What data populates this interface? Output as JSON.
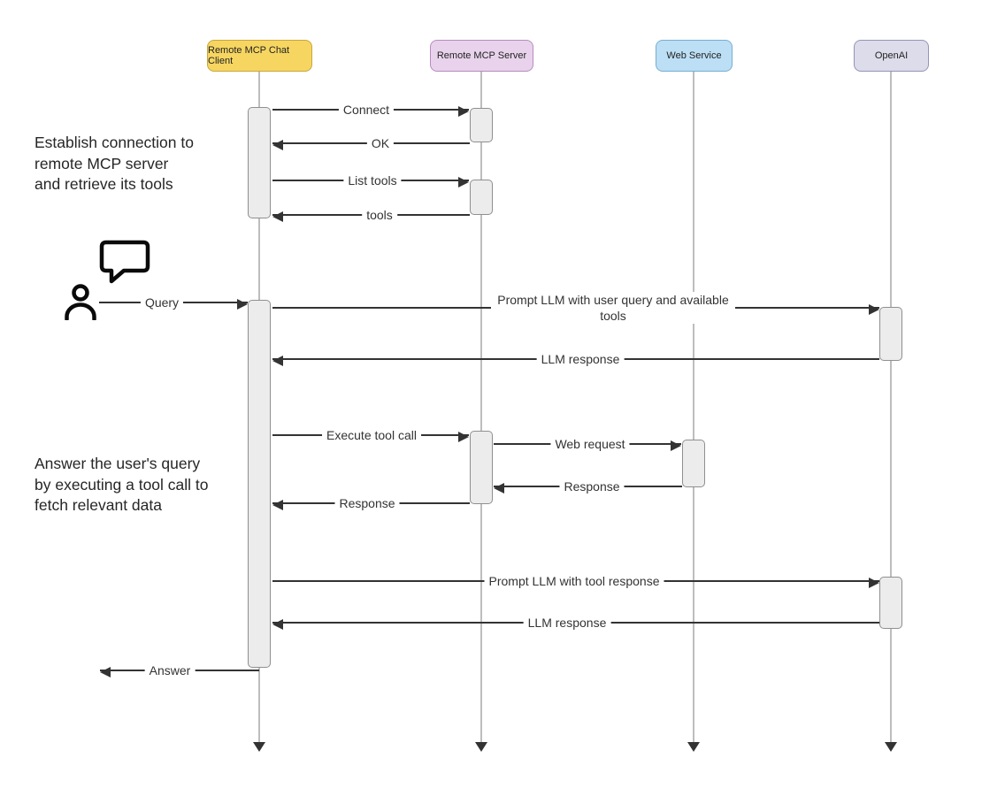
{
  "diagram_type": "sequence-diagram",
  "actors": {
    "client": {
      "label": "Remote MCP Chat Client",
      "fill": "#f6d661",
      "border": "#c9a render"
    },
    "server": {
      "label": "Remote MCP Server",
      "fill": "#e9d3ec",
      "border": "#b58cc0"
    },
    "web": {
      "label": "Web Service",
      "fill": "#bcdff5",
      "border": "#77aed1"
    },
    "openai": {
      "label": "OpenAI",
      "fill": "#dcdcea",
      "border": "#9494b8"
    }
  },
  "messages": {
    "connect": "Connect",
    "ok": "OK",
    "list_tools": "List tools",
    "tools": "tools",
    "query": "Query",
    "prompt_llm_with_query": "Prompt LLM with user query and available tools",
    "llm_response_1": "LLM response",
    "execute_tool_call": "Execute tool call",
    "web_request": "Web request",
    "web_response": "Response",
    "tool_response": "Response",
    "prompt_llm_with_tool": "Prompt LLM with tool response",
    "llm_response_2": "LLM response",
    "answer": "Answer"
  },
  "annotations": {
    "connect_note": [
      "Establish connection to",
      "remote MCP server",
      "and retrieve its tools"
    ],
    "answer_note": [
      "Answer the user's query",
      "by executing a tool call to",
      "fetch relevant data"
    ]
  },
  "icons": {
    "user": "user-icon",
    "speech_bubble": "speech-bubble-icon"
  },
  "colors": {
    "client_fill": "#f6d661",
    "client_border": "#c9a53f",
    "server_fill": "#e9d3ec",
    "server_border": "#b58cc0",
    "web_fill": "#bcdff5",
    "web_border": "#77aed1",
    "openai_fill": "#dcdcea",
    "openai_border": "#9494b8",
    "arrow": "#333333",
    "lifeline": "#bdbdbd",
    "activation_fill": "#ececec",
    "activation_border": "#8f8f8f"
  }
}
